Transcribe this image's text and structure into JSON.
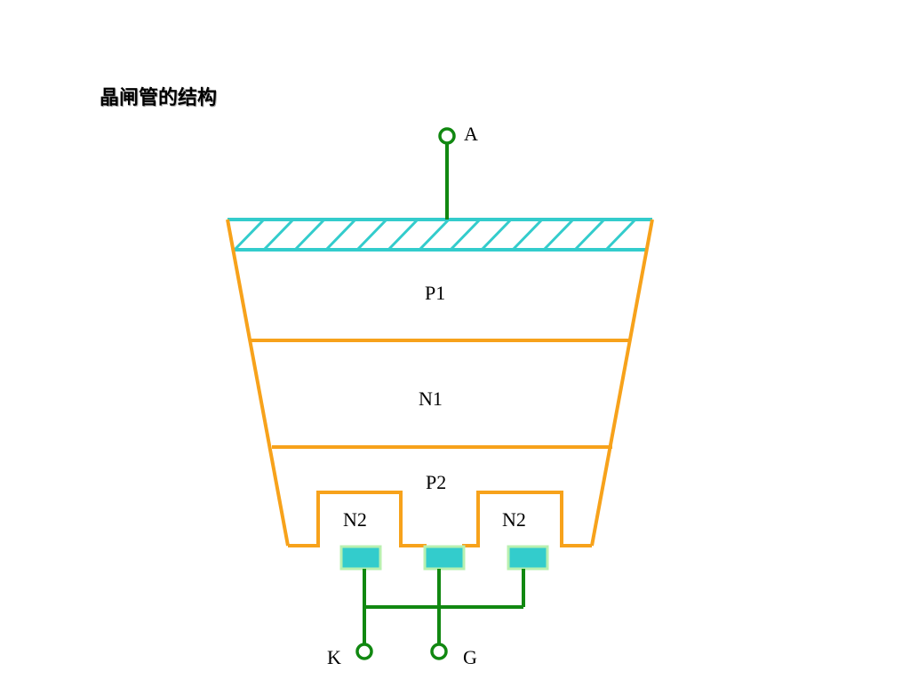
{
  "title": "晶闸管的结构",
  "terminals": {
    "anode": "A",
    "cathode": "K",
    "gate": "G"
  },
  "layers": {
    "p1": "P1",
    "n1": "N1",
    "p2": "P2",
    "n2_left": "N2",
    "n2_right": "N2"
  },
  "colors": {
    "layer_outline": "#F7A21B",
    "metal_contact": "#33CCCC",
    "contact_border": "#B8F0B0",
    "wire": "#118811",
    "terminal_fill": "#ffffff"
  }
}
